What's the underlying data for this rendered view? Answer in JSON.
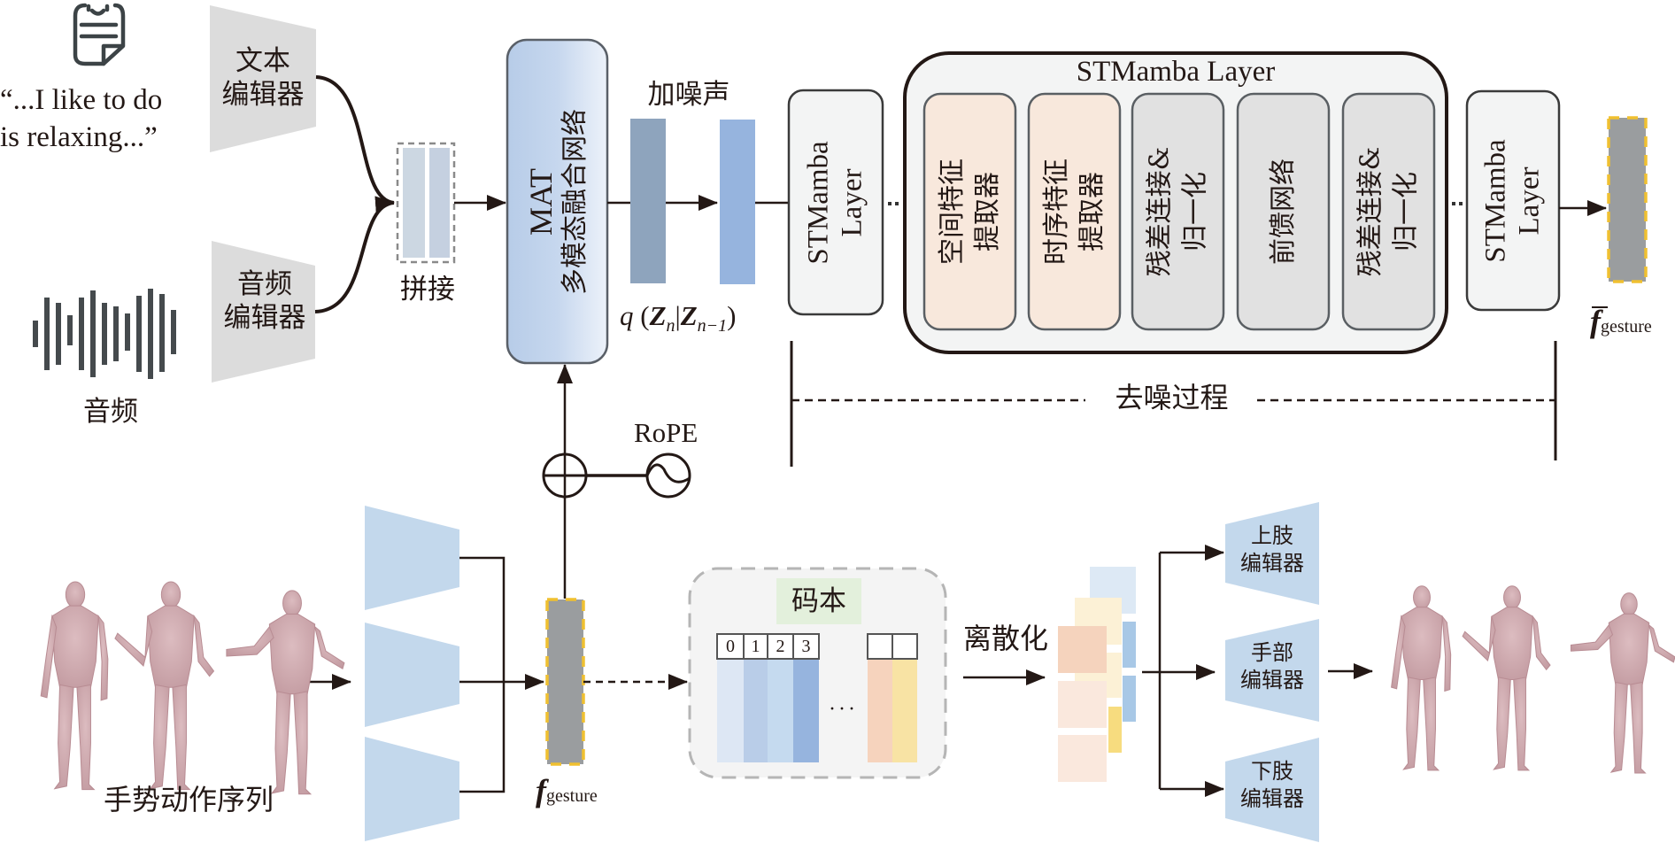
{
  "inputs": {
    "text_quote_line1": "“...I like to do",
    "text_quote_line2": "is relaxing...”",
    "text_encoder_line1": "文本",
    "text_encoder_line2": "编辑器",
    "audio_encoder_line1": "音频",
    "audio_encoder_line2": "编辑器",
    "audio_label": "音频",
    "concat_label": "拼接"
  },
  "mat": {
    "line1": "MAT",
    "line2": "多模态融合网络"
  },
  "noise": {
    "label": "加噪声",
    "formula_q": "q",
    "formula_z": "Z",
    "formula_sub_n": "n",
    "formula_sub_n1": "n−1"
  },
  "stmamba": {
    "left_box_line1": "STMamba",
    "left_box_line2": "Layer",
    "right_box_line1": "STMamba",
    "right_box_line2": "Layer",
    "group_title": "STMamba Layer",
    "modules": [
      {
        "line1": "空间特征",
        "line2": "提取器",
        "color": "#f8e8dc"
      },
      {
        "line1": "时序特征",
        "line2": "提取器",
        "color": "#f8e8dc"
      },
      {
        "line1": "残差连接&",
        "line2": "归一化",
        "color": "#e1e1e1"
      },
      {
        "line1": "前馈网络",
        "line2": "",
        "color": "#e1e1e1"
      },
      {
        "line1": "残差连接&",
        "line2": "归一化",
        "color": "#e1e1e1"
      }
    ],
    "denoise_label": "去噪过程"
  },
  "output_feature": {
    "symbol": "f",
    "subscript": "gesture",
    "bar": "—"
  },
  "rope": {
    "label": "RoPE"
  },
  "gesture": {
    "sequence_label": "手势动作序列",
    "feature_symbol": "f",
    "feature_subscript": "gesture"
  },
  "codebook": {
    "title": "码本",
    "indices": [
      "0",
      "1",
      "2",
      "3"
    ],
    "ellipsis": "···",
    "column_colors": [
      "#dde7f4",
      "#b9cde8",
      "#c5daef",
      "#96b4de"
    ],
    "tail_colors": [
      "#f6d3bd",
      "#f8e3a4"
    ]
  },
  "discretize": {
    "label": "离散化"
  },
  "decoders": [
    {
      "line1": "上肢",
      "line2": "编辑器"
    },
    {
      "line1": "手部",
      "line2": "编辑器"
    },
    {
      "line1": "下肢",
      "line2": "编辑器"
    }
  ],
  "colors": {
    "encoder_gray": "#dcdcdc",
    "encoder_blue": "#c3d8ec",
    "mat_blue": "#b8cde8",
    "noise_bar_1": "#8ea4bd",
    "noise_bar_2": "#96b4de",
    "feature_gray": "#9a9d9f",
    "feature_border": "#f0c030",
    "human_pink": "#c9a3a8"
  }
}
